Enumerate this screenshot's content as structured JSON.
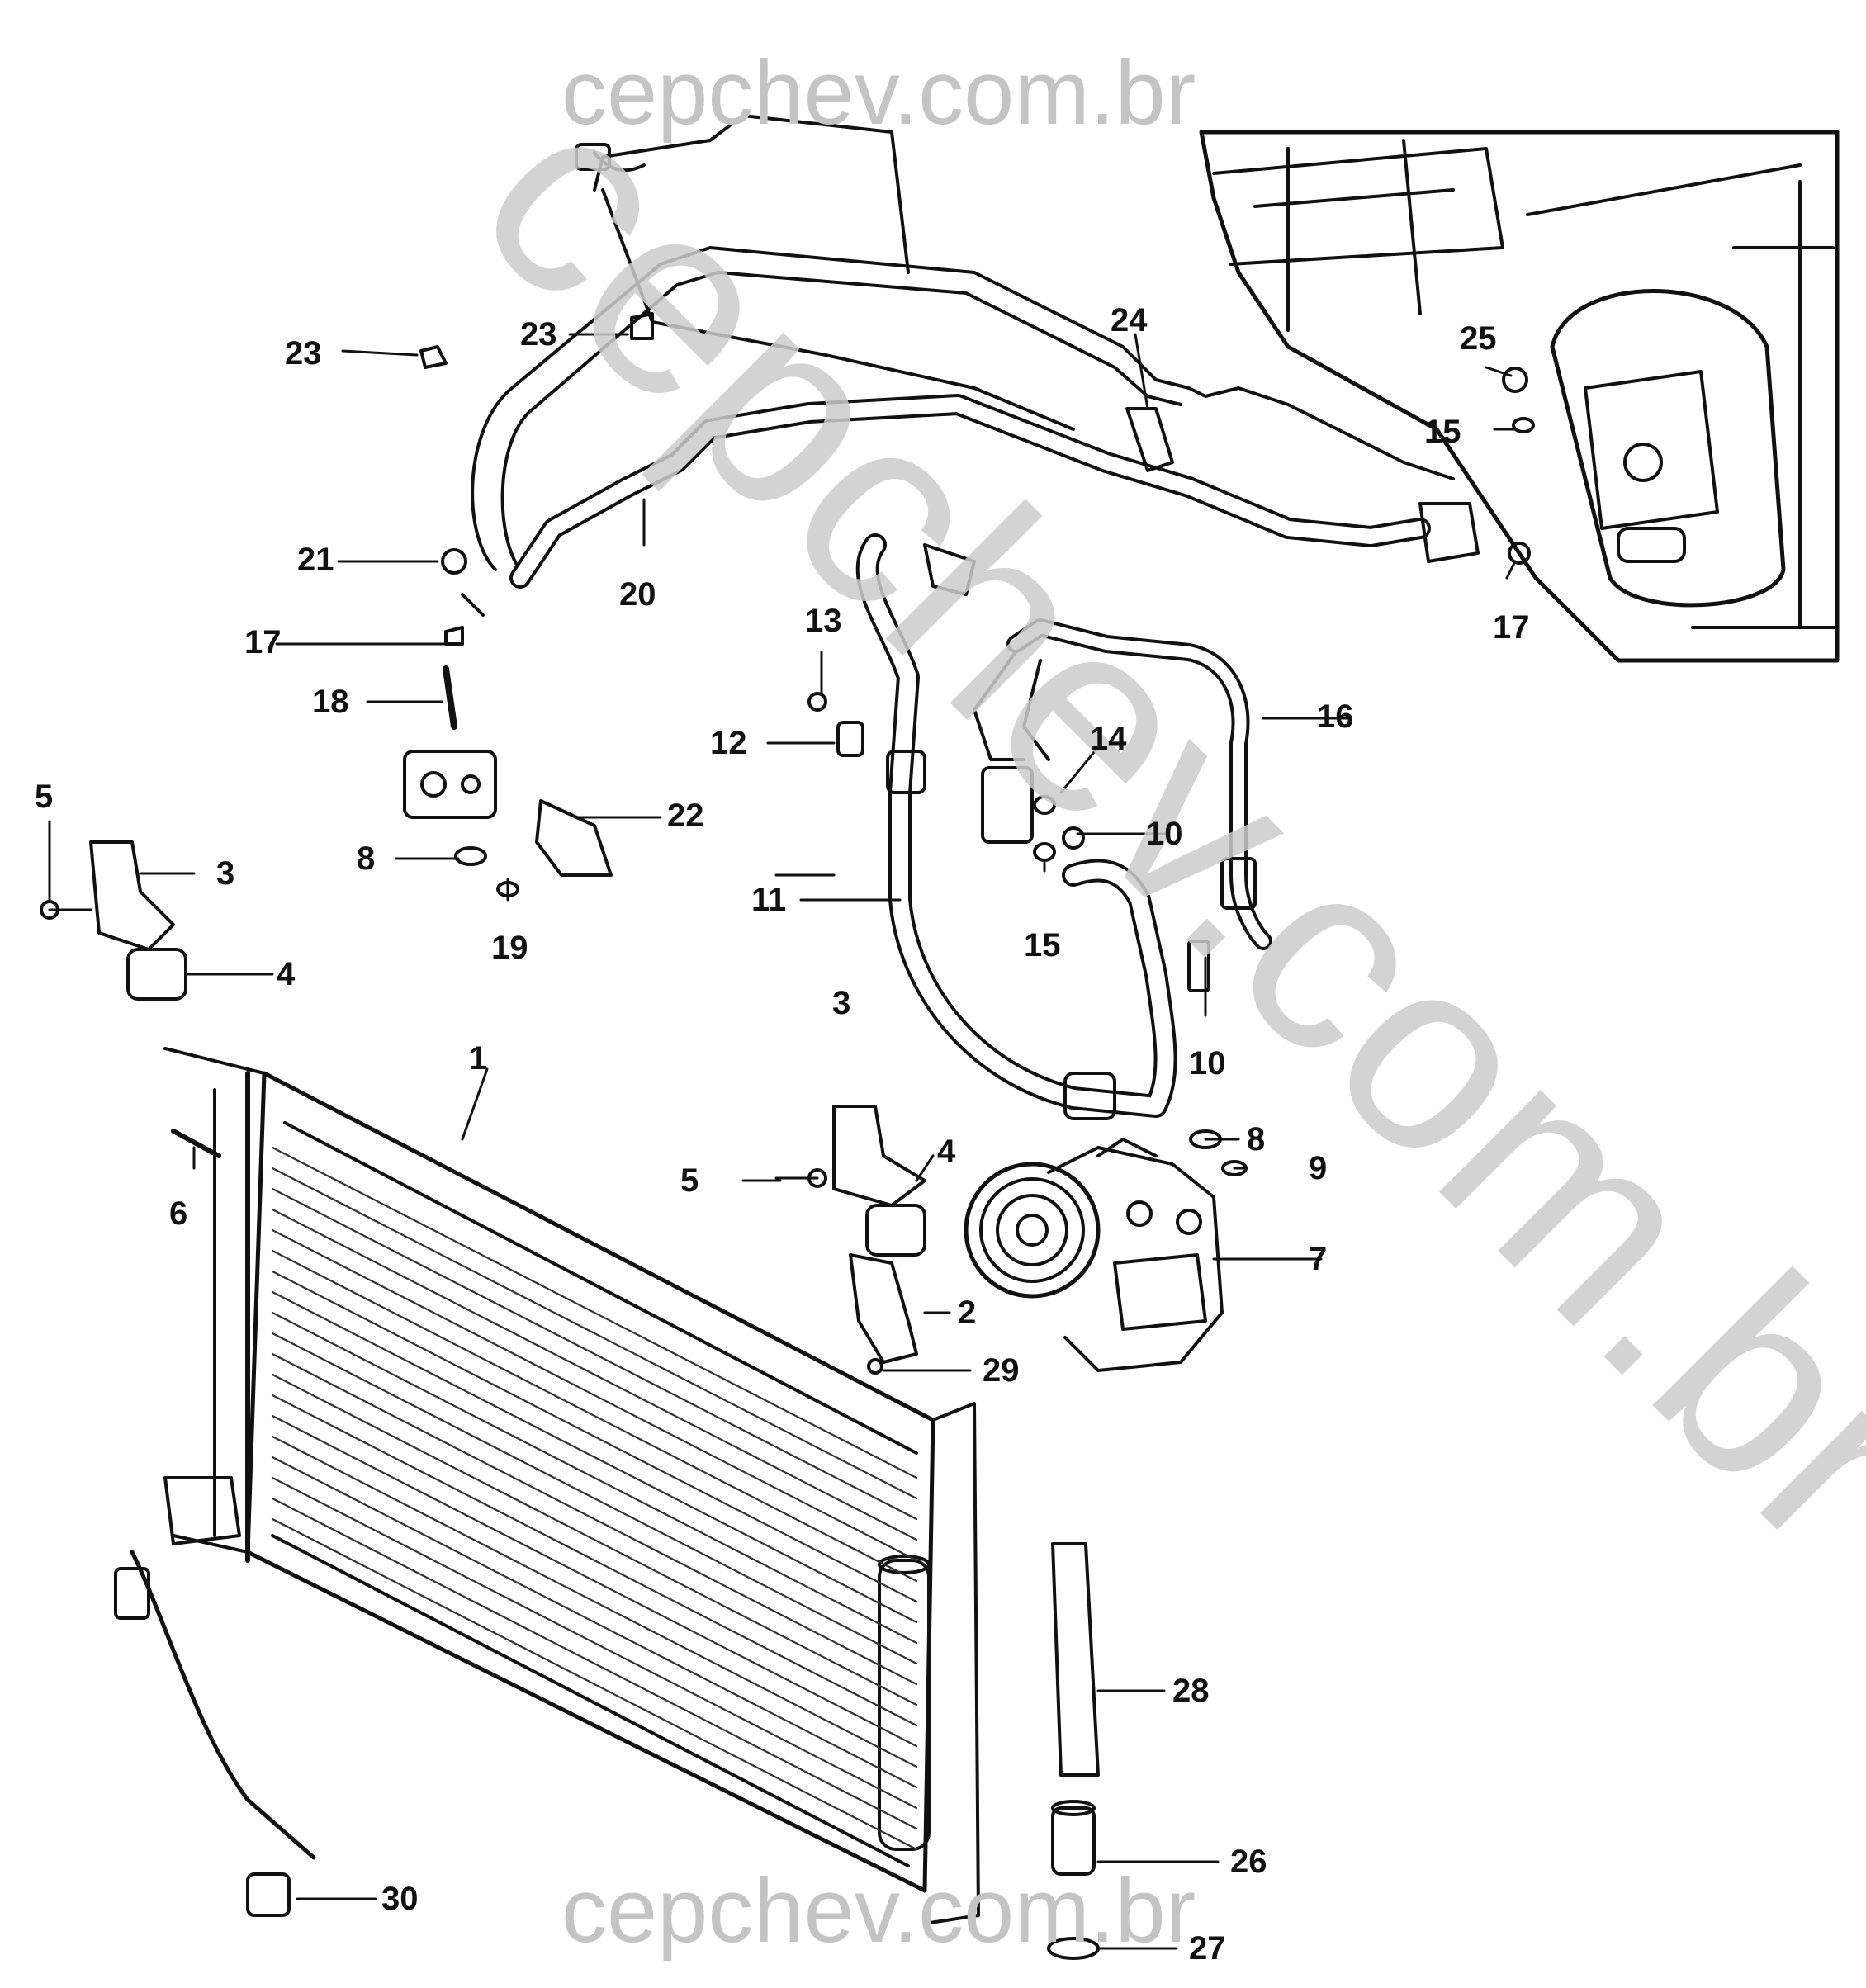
{
  "watermark": {
    "top": "cepchev.com.br",
    "diagonal": "cepchev.com.br",
    "bottom": "cepchev.com.br"
  },
  "callouts": [
    {
      "id": "1",
      "label": "1"
    },
    {
      "id": "2",
      "label": "2"
    },
    {
      "id": "3a",
      "label": "3"
    },
    {
      "id": "3b",
      "label": "3"
    },
    {
      "id": "4a",
      "label": "4"
    },
    {
      "id": "4b",
      "label": "4"
    },
    {
      "id": "5a",
      "label": "5"
    },
    {
      "id": "5b",
      "label": "5"
    },
    {
      "id": "6",
      "label": "6"
    },
    {
      "id": "7",
      "label": "7"
    },
    {
      "id": "8a",
      "label": "8"
    },
    {
      "id": "8b",
      "label": "8"
    },
    {
      "id": "9",
      "label": "9"
    },
    {
      "id": "10a",
      "label": "10"
    },
    {
      "id": "10b",
      "label": "10"
    },
    {
      "id": "11",
      "label": "11"
    },
    {
      "id": "12",
      "label": "12"
    },
    {
      "id": "13",
      "label": "13"
    },
    {
      "id": "14",
      "label": "14"
    },
    {
      "id": "15a",
      "label": "15"
    },
    {
      "id": "15b",
      "label": "15"
    },
    {
      "id": "16",
      "label": "16"
    },
    {
      "id": "17a",
      "label": "17"
    },
    {
      "id": "17b",
      "label": "17"
    },
    {
      "id": "18",
      "label": "18"
    },
    {
      "id": "19",
      "label": "19"
    },
    {
      "id": "20",
      "label": "20"
    },
    {
      "id": "21",
      "label": "21"
    },
    {
      "id": "22",
      "label": "22"
    },
    {
      "id": "23a",
      "label": "23"
    },
    {
      "id": "23b",
      "label": "23"
    },
    {
      "id": "24",
      "label": "24"
    },
    {
      "id": "25",
      "label": "25"
    },
    {
      "id": "26",
      "label": "26"
    },
    {
      "id": "27",
      "label": "27"
    },
    {
      "id": "28",
      "label": "28"
    },
    {
      "id": "29",
      "label": "29"
    },
    {
      "id": "30",
      "label": "30"
    }
  ]
}
